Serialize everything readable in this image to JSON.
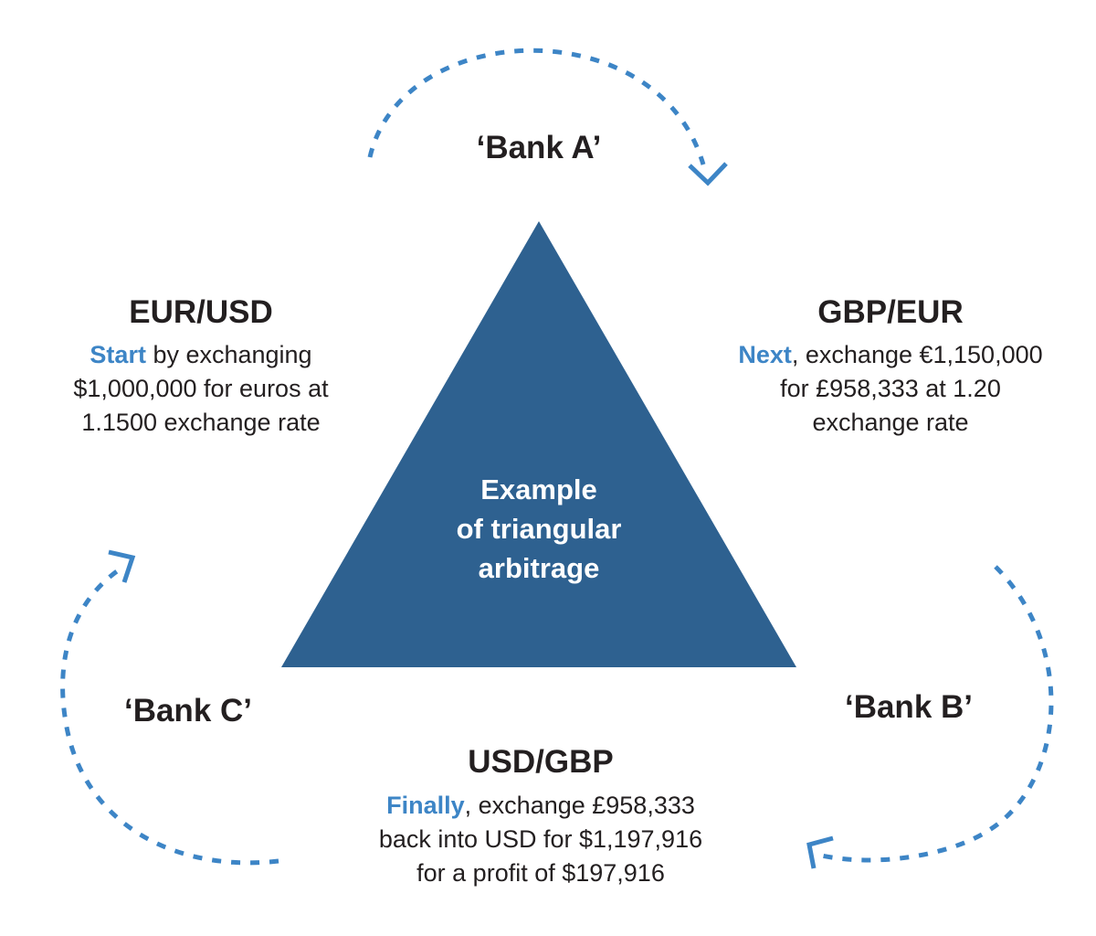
{
  "colors": {
    "triangle": "#2e6190",
    "arrow": "#3d85c6",
    "highlight": "#3d85c6",
    "text": "#231f20"
  },
  "center": {
    "lines": [
      "Example",
      "of triangular",
      "arbitrage"
    ]
  },
  "banks": {
    "a": "‘Bank A’",
    "b": "‘Bank B’",
    "c": "‘Bank C’"
  },
  "steps": {
    "eur_usd": {
      "pair": "EUR/USD",
      "highlight": "Start",
      "line1_rest": " by exchanging",
      "line2": "$1,000,000 for euros at",
      "line3": "1.1500 exchange rate"
    },
    "gbp_eur": {
      "pair": "GBP/EUR",
      "highlight": "Next",
      "line1_rest": ", exchange €1,150,000",
      "line2": "for £958,333 at 1.20",
      "line3": "exchange rate"
    },
    "usd_gbp": {
      "pair": "USD/GBP",
      "highlight": "Finally",
      "line1_rest": ", exchange £958,333",
      "line2": "back into USD for $1,197,916",
      "line3": "for a profit of $197,916"
    }
  }
}
